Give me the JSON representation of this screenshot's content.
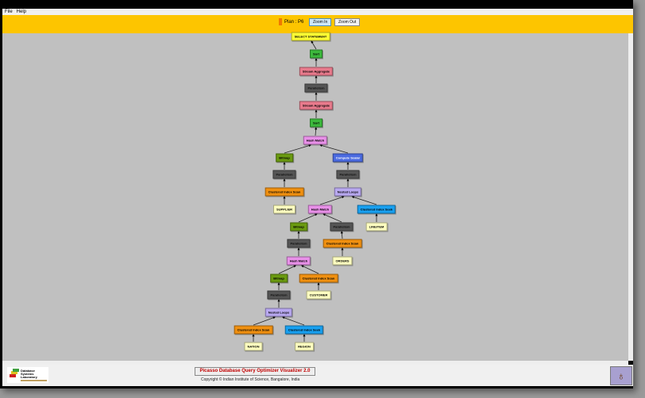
{
  "menu": {
    "file": "File",
    "help": "Help"
  },
  "toolbar": {
    "plan_label": "Plan : P6",
    "zoom_in": "Zoom In",
    "zoom_out": "Zoom Out"
  },
  "colors": {
    "select": "#ffff33",
    "sort": "#3cb83c",
    "stream": "#e87a8c",
    "parallel": "#555555",
    "hash": "#e890e8",
    "bitmap": "#6a9a10",
    "compute": "#4a6ae0",
    "scan": "#f09010",
    "nested": "#b8a8f0",
    "seek": "#18a0f0",
    "table": "#ffffc0"
  },
  "plan_nodes": [
    {
      "label": "SELECT STATEMENT",
      "type": "select",
      "parent": null
    },
    {
      "label": "Sort",
      "type": "sort",
      "parent": 0
    },
    {
      "label": "Stream Aggregate",
      "type": "stream",
      "parent": 1
    },
    {
      "label": "Parallelism",
      "type": "parallel",
      "parent": 2
    },
    {
      "label": "Stream Aggregate",
      "type": "stream",
      "parent": 3
    },
    {
      "label": "Sort",
      "type": "sort",
      "parent": 4
    },
    {
      "label": "Hash Match",
      "type": "hash",
      "parent": 5
    },
    {
      "label": "Bitmap",
      "type": "bitmap",
      "parent": 6
    },
    {
      "label": "Compute Scalar",
      "type": "compute",
      "parent": 6
    },
    {
      "label": "Parallelism",
      "type": "parallel",
      "parent": 7
    },
    {
      "label": "Parallelism",
      "type": "parallel",
      "parent": 8
    },
    {
      "label": "Clustered Index Scan",
      "type": "scan",
      "parent": 9
    },
    {
      "label": "Nested Loops",
      "type": "nested",
      "parent": 10
    },
    {
      "label": "SUPPLIER",
      "type": "table",
      "parent": 11
    },
    {
      "label": "Hash Match",
      "type": "hash",
      "parent": 12
    },
    {
      "label": "Clustered Index Seek",
      "type": "seek",
      "parent": 12
    },
    {
      "label": "Bitmap",
      "type": "bitmap",
      "parent": 14
    },
    {
      "label": "Parallelism",
      "type": "parallel",
      "parent": 14
    },
    {
      "label": "LINEITEM",
      "type": "table",
      "parent": 15
    },
    {
      "label": "Parallelism",
      "type": "parallel",
      "parent": 16
    },
    {
      "label": "Clustered Index Scan",
      "type": "scan",
      "parent": 17
    },
    {
      "label": "Hash Match",
      "type": "hash",
      "parent": 19
    },
    {
      "label": "ORDERS",
      "type": "table",
      "parent": 20
    },
    {
      "label": "Bitmap",
      "type": "bitmap",
      "parent": 21
    },
    {
      "label": "Clustered Index Scan",
      "type": "scan",
      "parent": 21
    },
    {
      "label": "Parallelism",
      "type": "parallel",
      "parent": 23
    },
    {
      "label": "CUSTOMER",
      "type": "table",
      "parent": 24
    },
    {
      "label": "Nested Loops",
      "type": "nested",
      "parent": 25
    },
    {
      "label": "Clustered Index Scan",
      "type": "scan",
      "parent": 27
    },
    {
      "label": "Clustered Index Seek",
      "type": "seek",
      "parent": 27
    },
    {
      "label": "NATION",
      "type": "table",
      "parent": 28
    },
    {
      "label": "REGION",
      "type": "table",
      "parent": 29
    }
  ],
  "footer": {
    "title": "Picasso Database Query Optimizer Visualizer 2.0",
    "copyright": "Copyright © Indian Institute of Science, Bangalore, India",
    "logo_text": "Database Systems Laboratory"
  }
}
